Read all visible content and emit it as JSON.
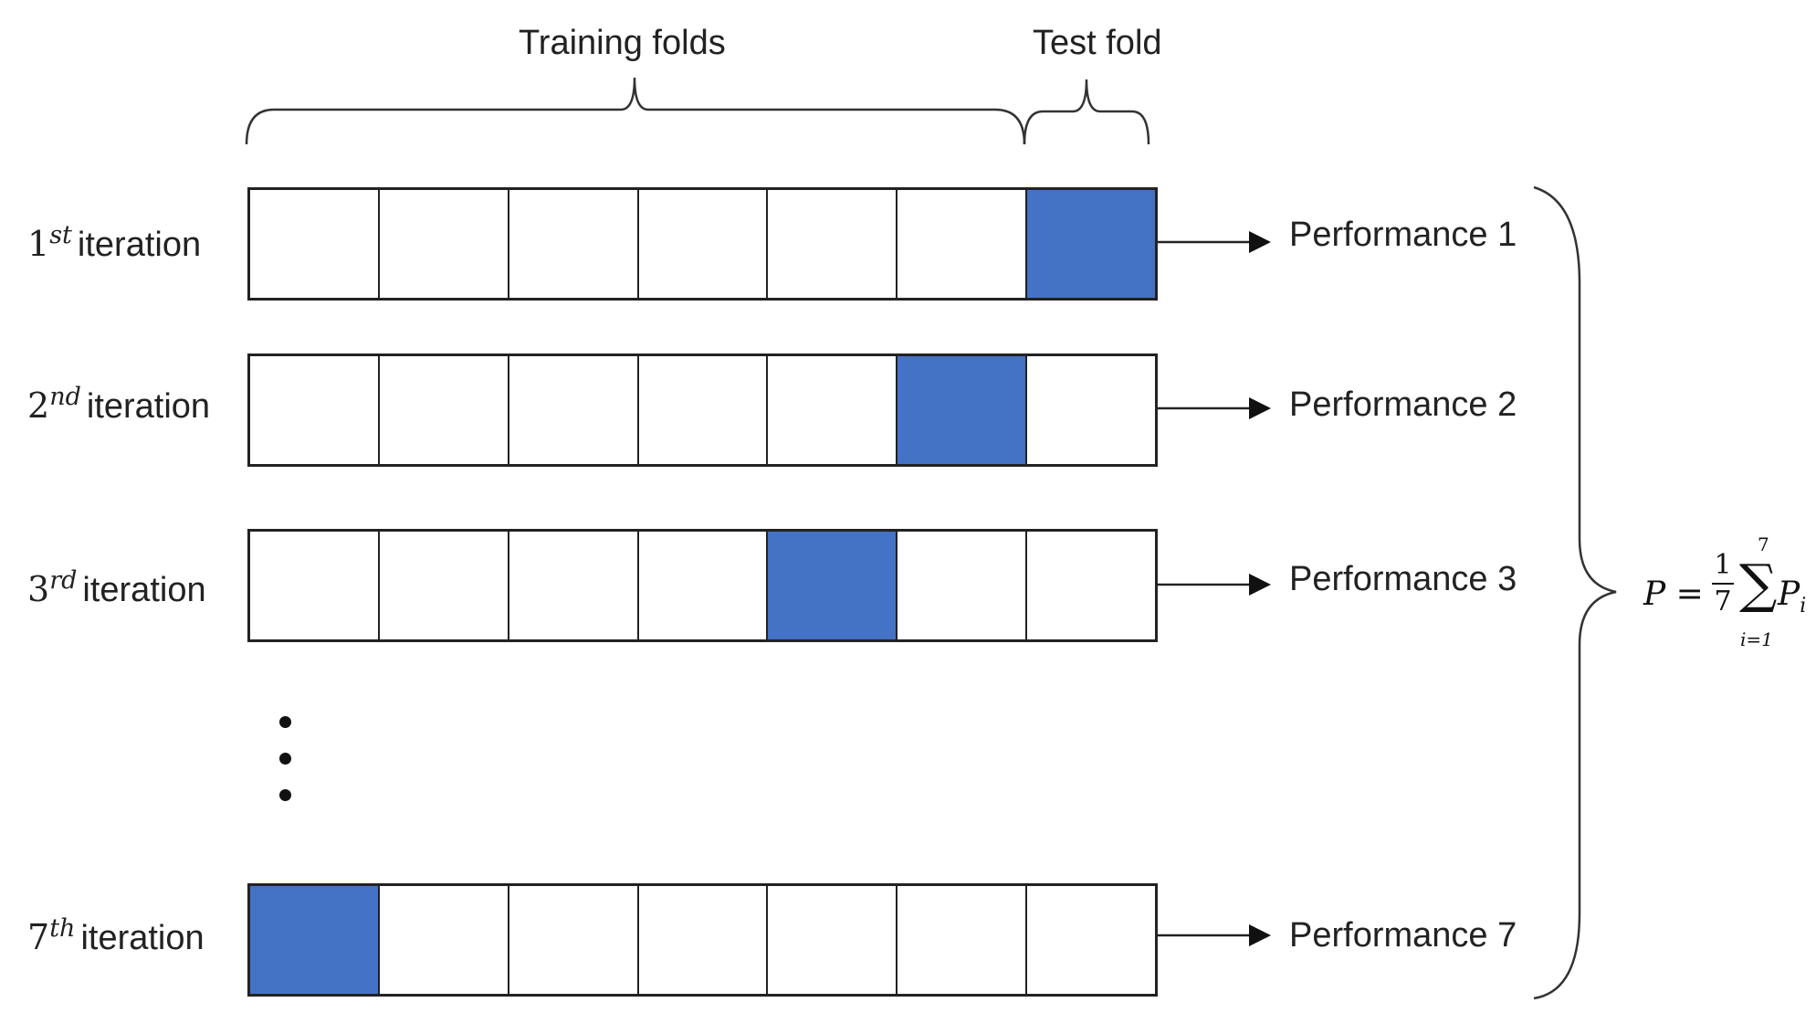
{
  "header": {
    "training_label": "Training folds",
    "test_label": "Test fold"
  },
  "rows": [
    {
      "ordinal": "1",
      "suffix": "st",
      "word": "iteration",
      "test_fold": 7,
      "performance": "Performance 1"
    },
    {
      "ordinal": "2",
      "suffix": "nd",
      "word": "iteration",
      "test_fold": 6,
      "performance": "Performance 2"
    },
    {
      "ordinal": "3",
      "suffix": "rd",
      "word": "iteration",
      "test_fold": 5,
      "performance": "Performance 3"
    },
    {
      "ordinal": "7",
      "suffix": "th",
      "word": "iteration",
      "test_fold": 1,
      "performance": "Performance 7"
    }
  ],
  "folds_per_row": 7,
  "formula": {
    "lhs": "P =",
    "numerator": "1",
    "denominator": "7",
    "sum_symbol": "∑",
    "upper": "7",
    "lower": "i=1",
    "term": "P",
    "term_sub": "i"
  },
  "colors": {
    "test_fold": "#4472c4",
    "line": "#222222",
    "background": "#ffffff"
  }
}
